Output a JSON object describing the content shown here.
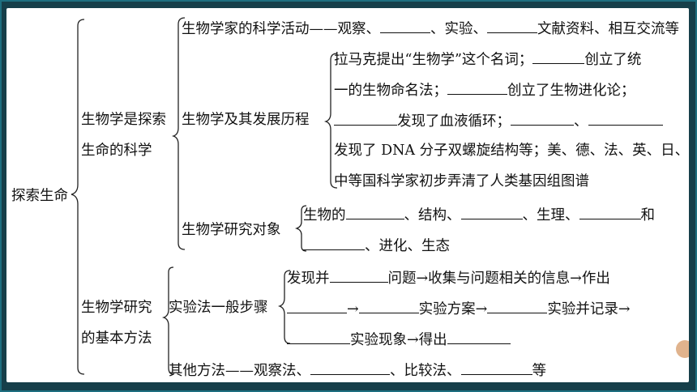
{
  "root": "探索生命",
  "nodes": {
    "science": [
      "生物学是探索",
      "生命的科学"
    ],
    "methods": [
      "生物学研究",
      "的基本方法"
    ]
  },
  "science_items": {
    "activity": {
      "prefix": "生物学家的科学活动——观察、",
      "mid1": "、实验、",
      "suffix": "文献资料、相互交流等"
    },
    "history_label": "生物学及其发展历程",
    "history": {
      "l1a": "拉马克提出“生物学”这个名词；",
      "l1b": "创立了统",
      "l2a": "一的生物命名法；",
      "l2b": "创立了生物进化论；",
      "l3a": "发现了血液循环；",
      "l3b": "、",
      "l4": "发现了 DNA 分子双螺旋结构等；美、德、法、英、日、",
      "l5": "中等国科学家初步弄清了人类基因组图谱"
    },
    "object_label": "生物学研究对象",
    "object": {
      "a1": "生物的",
      "a2": "、结构、",
      "a3": "、生理、",
      "a4": "和",
      "b1": "、进化、生态"
    }
  },
  "method_items": {
    "exp_label": "实验法一般步骤",
    "exp": {
      "l1a": "发现并",
      "l1b": "问题→收集与问题相关的信息→作出",
      "l2a": "→",
      "l2b": "实验方案→",
      "l2c": "实验并记录→",
      "l3a": "实验现象→得出"
    },
    "other": {
      "a": "其他方法——观察法、",
      "b": "、比较法、",
      "c": "等"
    }
  }
}
